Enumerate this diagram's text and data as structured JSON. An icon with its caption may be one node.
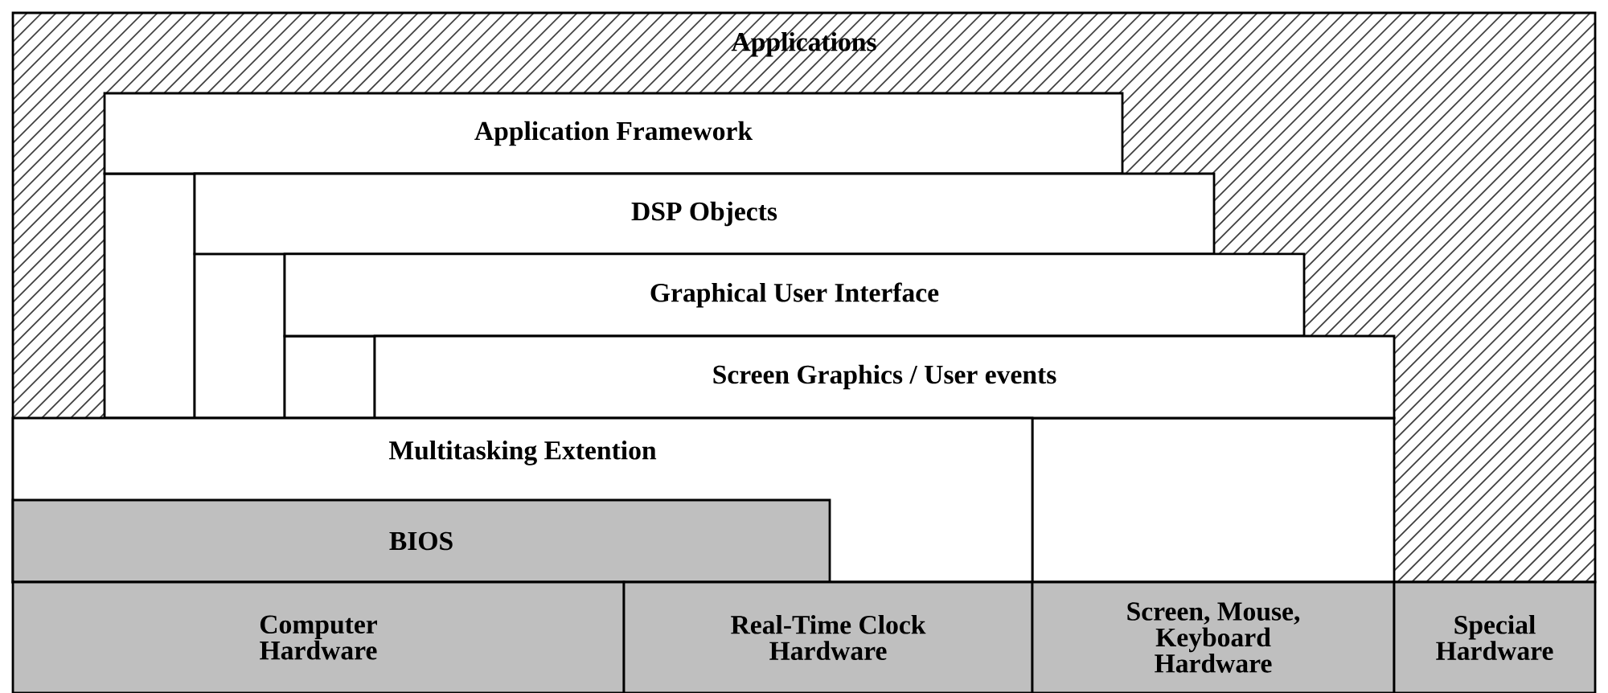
{
  "diagram": {
    "nodes": [
      {
        "text": [
          "Applications"
        ]
      },
      {
        "text": [
          "Application Framework"
        ],
        "in": 0
      },
      {
        "text": [
          "DSP Objects"
        ],
        "in": 0
      },
      {
        "text": [
          "Graphical User Interface"
        ],
        "in": 0
      },
      {
        "text": [
          "Screen Graphics / User events"
        ],
        "in": 0
      },
      {
        "text": [
          "Multitasking Extention"
        ],
        "in": 0
      },
      {
        "text": [
          "BIOS"
        ],
        "in": 5
      },
      {
        "text": [
          "Computer Hardware"
        ]
      },
      {
        "text": [
          "Real-Time Clock Hardware"
        ]
      },
      {
        "text": [
          "Screen, Mouse, Keyboard Hardware"
        ]
      },
      {
        "text": [
          "Special Hardware"
        ]
      }
    ]
  }
}
